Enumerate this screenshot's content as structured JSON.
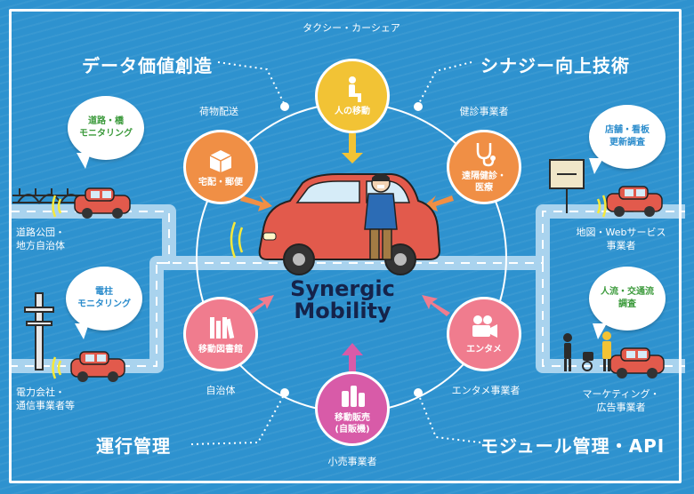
{
  "headings": {
    "data_value": "データ価値創造",
    "synergy": "シナジー向上技術",
    "operation": "運行管理",
    "module_api": "モジュール管理・API"
  },
  "center_title": {
    "line1": "Synergic",
    "line2": "Mobility"
  },
  "services": {
    "transport": {
      "caption": "人の移動",
      "top_label": "タクシー・カーシェア"
    },
    "delivery": {
      "caption": "宅配・郵便",
      "top_label": "荷物配送"
    },
    "health": {
      "caption": "遠隔健診・\n医療",
      "top_label": "健診事業者"
    },
    "library": {
      "caption": "移動図書館",
      "bottom_label": "自治体"
    },
    "entertainment": {
      "caption": "エンタメ",
      "bottom_label": "エンタメ事業者"
    },
    "retail": {
      "caption": "移動販売\n(自販機)",
      "bottom_label": "小売事業者"
    }
  },
  "bubbles": {
    "road": "道路・橋\nモニタリング",
    "pole": "電柱\nモニタリング",
    "store": "店舗・看板\n更新調査",
    "people": "人流・交通流\n調査"
  },
  "side_labels": {
    "road_company": "道路公団・\n地方自治体",
    "power_company": "電力会社・\n通信事業者等",
    "map_web": "地図・Webサービス\n事業者",
    "marketing": "マーケティング・\n広告事業者"
  },
  "colors": {
    "background": "#2e92cf",
    "transport": "#f2c335",
    "delivery": "#f08f45",
    "health": "#f08f45",
    "library": "#f07c8e",
    "entertainment": "#f07c8e",
    "retail": "#d85ba8",
    "car": "#e25a4c",
    "title": "#15234a"
  },
  "icons": {
    "transport": "seated-person-icon",
    "delivery": "package-box-icon",
    "health": "stethoscope-icon",
    "library": "books-icon",
    "entertainment": "film-camera-icon",
    "retail": "drink-bottles-icon"
  }
}
